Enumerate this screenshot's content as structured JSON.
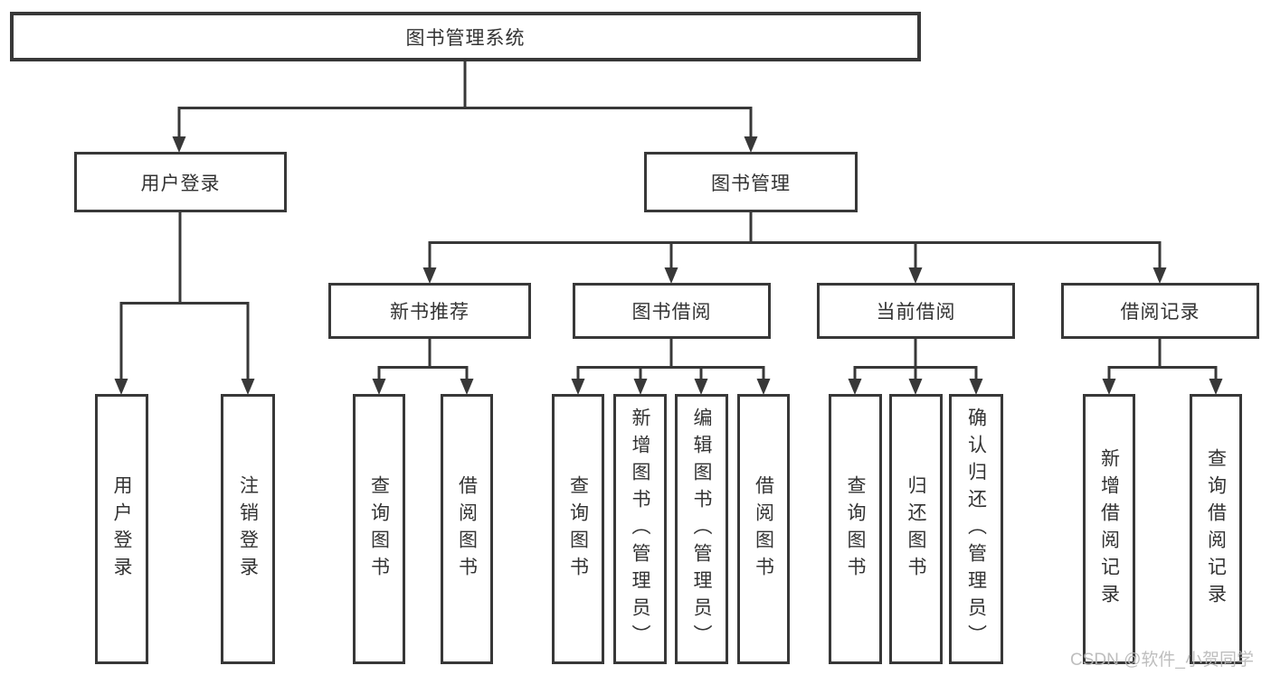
{
  "tree": {
    "root": {
      "label": "图书管理系统",
      "children": [
        {
          "label": "用户登录",
          "children": [
            {
              "label": "用户登录"
            },
            {
              "label": "注销登录"
            }
          ]
        },
        {
          "label": "图书管理",
          "children": [
            {
              "label": "新书推荐",
              "children": [
                {
                  "label": "查询图书"
                },
                {
                  "label": "借阅图书"
                }
              ]
            },
            {
              "label": "图书借阅",
              "children": [
                {
                  "label": "查询图书"
                },
                {
                  "label": "新增图书（管理员）"
                },
                {
                  "label": "编辑图书（管理员）"
                },
                {
                  "label": "借阅图书"
                }
              ]
            },
            {
              "label": "当前借阅",
              "children": [
                {
                  "label": "查询图书"
                },
                {
                  "label": "归还图书"
                },
                {
                  "label": "确认归还（管理员）"
                }
              ]
            },
            {
              "label": "借阅记录",
              "children": [
                {
                  "label": "新增借阅记录"
                },
                {
                  "label": "查询借阅记录"
                }
              ]
            }
          ]
        }
      ]
    }
  },
  "watermark": {
    "text": "CSDN @软件_小贺同学"
  },
  "colors": {
    "line": "#383838",
    "text": "#333333",
    "watermark_text": "#b9b9b9",
    "background": "#ffffff"
  }
}
